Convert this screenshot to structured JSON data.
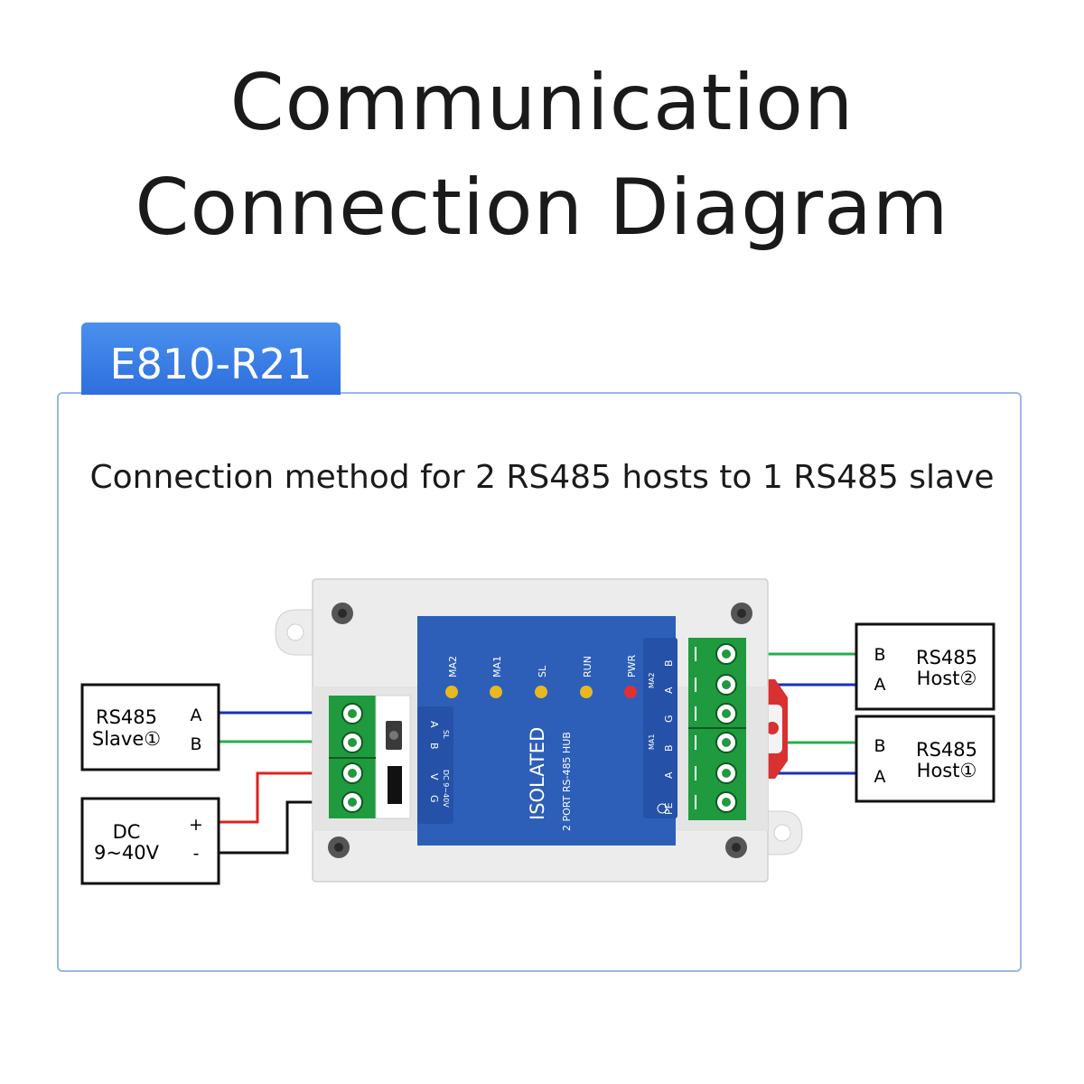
{
  "title": {
    "line1": "Communication",
    "line2": "Connection Diagram"
  },
  "model_tab": "E810-R21",
  "subtitle": "Connection method for 2 RS485 hosts to 1 RS485 slave",
  "slave_box": {
    "line1": "RS485",
    "line2": "Slave①",
    "pin_a": "A",
    "pin_b": "B"
  },
  "power_box": {
    "line1": "DC",
    "line2": "9~40V",
    "plus": "+",
    "minus": "-"
  },
  "host2_box": {
    "line1": "RS485",
    "line2": "Host②",
    "pin_b": "B",
    "pin_a": "A"
  },
  "host1_box": {
    "line1": "RS485",
    "line2": "Host①",
    "pin_b": "B",
    "pin_a": "A"
  },
  "device": {
    "leds": [
      "MA2",
      "MA1",
      "SL",
      "RUN",
      "PWR"
    ],
    "label_isolated": "ISOLATED",
    "label_hub": "2 PORT RS-485 HUB",
    "left_terminal_labels": [
      "A",
      "B",
      "V",
      "G"
    ],
    "left_group_sl": "SL",
    "left_group_dc": "DC 9~40V",
    "right_terminal_labels": [
      "B",
      "A",
      "G",
      "B",
      "A",
      "PE"
    ],
    "right_group_ma2": "MA2",
    "right_group_ma1": "MA1"
  },
  "colors": {
    "wire_blue": "#1a2fb8",
    "wire_green": "#22b04a",
    "wire_red": "#e02020",
    "wire_black": "#111111",
    "accent": "#2e6fde",
    "device_blue": "#2d5fb8",
    "terminal_green": "#1f9a3e",
    "led_yellow": "#e8b820",
    "led_red": "#e03030"
  }
}
